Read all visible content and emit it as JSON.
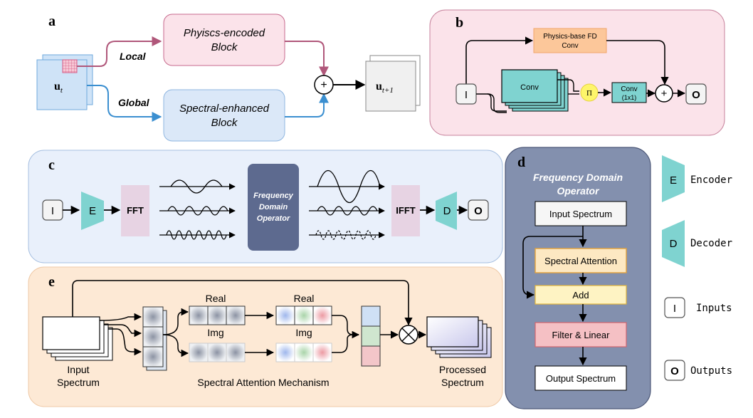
{
  "panels": {
    "a": "a",
    "b": "b",
    "c": "c",
    "d": "d",
    "e": "e"
  },
  "a": {
    "block_top_line1": "Phyiscs-encoded",
    "block_top_line2": "Block",
    "block_bottom_line1": "Spectral-enhanced",
    "block_bottom_line2": "Block",
    "local": "Local",
    "global": "Global",
    "input_main": "u",
    "input_sub": "t",
    "output_main": "u",
    "output_sub": "t+1",
    "plus": "+"
  },
  "b": {
    "fd_line1": "Physics-base FD",
    "fd_line2": "Conv",
    "conv": "Conv",
    "pi": "Π",
    "conv1_line1": "Conv",
    "conv1_line2": "(1x1)",
    "input": "I",
    "output": "O",
    "plus": "+"
  },
  "c": {
    "input": "I",
    "encoder": "E",
    "fft": "FFT",
    "fdo_line1": "Frequency",
    "fdo_line2": "Domain",
    "fdo_line3": "Operator",
    "ifft": "IFFT",
    "decoder": "D",
    "output": "O"
  },
  "d": {
    "title_line1": "Frequency Domain",
    "title_line2": "Operator",
    "steps": [
      "Input Spectrum",
      "Spectral Attention",
      "Add",
      "Filter & Linear",
      "Output Spectrum"
    ]
  },
  "e": {
    "real1": "Real",
    "img1": "Img",
    "real2": "Real",
    "img2": "Img",
    "input_line1": "Input",
    "input_line2": "Spectrum",
    "mechanism": "Spectral Attention Mechanism",
    "output_line1": "Processed",
    "output_line2": "Spectrum"
  },
  "legend": {
    "encoder_sym": "E",
    "encoder": "Encoder",
    "decoder_sym": "D",
    "decoder": "Decoder",
    "inputs_sym": "I",
    "inputs": "Inputs",
    "outputs_sym": "O",
    "outputs": "Outputs"
  },
  "colors": {
    "pink_panel": "#fbe3ea",
    "blue_panel": "#e9f0fb",
    "orange_panel": "#fde9d5",
    "slate_panel": "#8390ae",
    "teal": "#7fd3d0",
    "mauve": "#e7d3e3",
    "fdo": "#5d6a8f"
  }
}
